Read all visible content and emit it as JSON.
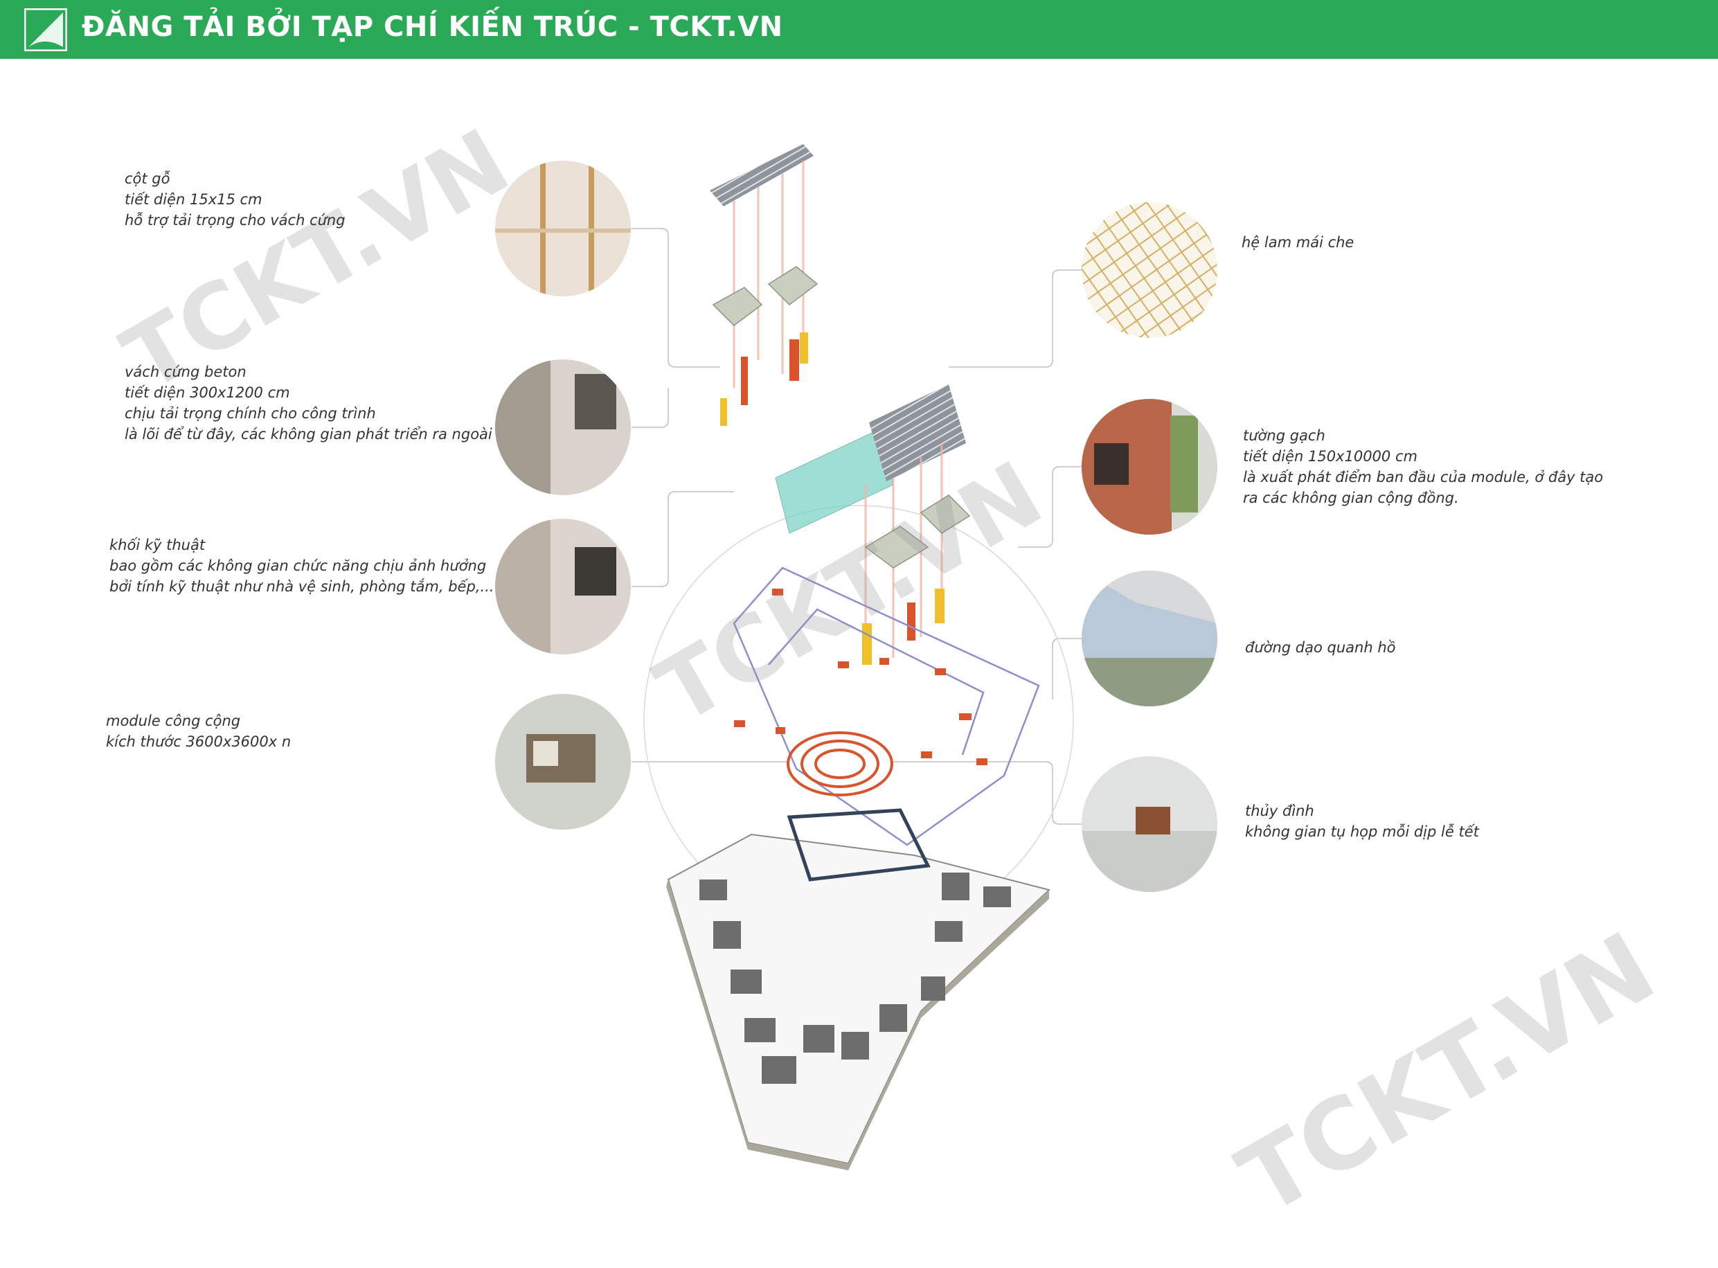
{
  "header": {
    "title": "ĐĂNG TẢI BỞI TẠP CHÍ KIẾN TRÚC - TCKT.VN",
    "background": "#2aa957",
    "logo_icon": "tckt-logo-icon"
  },
  "watermark": {
    "text": "TCKT.VN"
  },
  "callouts": {
    "wood_column": {
      "title": "cột gỗ",
      "lines": [
        "tiết diện 15x15 cm",
        "hỗ trợ tải trọng cho vách cứng"
      ]
    },
    "concrete_wall": {
      "title": "vách cứng beton",
      "lines": [
        "tiết diện 300x1200 cm",
        "chịu tải trọng chính cho công trình",
        "là lõi để từ đây, các không gian phát triển ra ngoài"
      ]
    },
    "technical_block": {
      "title": "khối kỹ thuật",
      "lines": [
        "bao gồm các không gian chức năng chịu ảnh hưởng",
        "bởi tính kỹ  thuật như nhà vệ sinh, phòng tắm, bếp,..."
      ]
    },
    "public_module": {
      "title": "module công cộng",
      "lines": [
        "kích thước 3600x3600x n"
      ]
    },
    "roof_louver": {
      "title": "hệ lam mái che"
    },
    "brick_wall": {
      "title": "tường gạch",
      "lines": [
        "tiết diện 150x10000 cm",
        "là xuất phát điểm ban đầu của module, ở đây tạo",
        "ra các không gian cộng đồng."
      ]
    },
    "lake_walkway": {
      "title": "đường dạo quanh hồ"
    },
    "water_pavilion": {
      "title": "thủy đình",
      "lines": [
        "không gian tụ họp mỗi dịp lễ tết"
      ]
    }
  },
  "colors": {
    "accent_red": "#d9532b",
    "accent_yellow": "#f0c02a",
    "plan_outline": "#8a8fcf",
    "glass": "#7fd3c6",
    "slab_grey": "#9aa3ac"
  }
}
